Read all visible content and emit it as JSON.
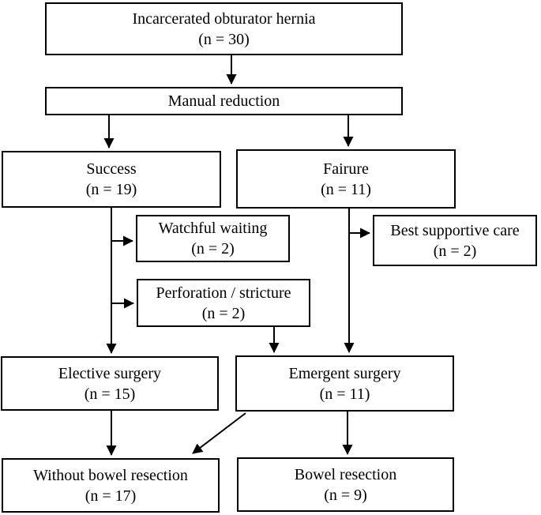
{
  "figure": {
    "type": "flowchart",
    "background_color": "#ffffff",
    "line_color": "#000000",
    "box_fill_color": "#ffffff"
  },
  "nodes": [
    {
      "id": "incarcerated-obturator-hernia",
      "line1": "Incarcerated obturator hernia",
      "line2": "(n = 30)"
    },
    {
      "id": "manual-reduction",
      "line1": "Manual reduction",
      "line2": ""
    },
    {
      "id": "success",
      "line1": "Success",
      "line2": "(n = 19)"
    },
    {
      "id": "fairure",
      "line1": "Fairure",
      "line2": "(n = 11)"
    },
    {
      "id": "watchful-waiting",
      "line1": "Watchful waiting",
      "line2": "(n = 2)"
    },
    {
      "id": "best-supportive-care",
      "line1": "Best supportive care",
      "line2": "(n = 2)"
    },
    {
      "id": "perforation-stricture",
      "line1": "Perforation / stricture",
      "line2": "(n = 2)"
    },
    {
      "id": "elective-surgery",
      "line1": "Elective surgery",
      "line2": "(n = 15)"
    },
    {
      "id": "emergent-surgery",
      "line1": "Emergent surgery",
      "line2": "(n = 11)"
    },
    {
      "id": "without-bowel-resection",
      "line1": "Without bowel resection",
      "line2": "(n = 17)"
    },
    {
      "id": "bowel-resection",
      "line1": "Bowel resection",
      "line2": "(n = 9)"
    }
  ],
  "edges": [
    {
      "from": "incarcerated-obturator-hernia",
      "to": "manual-reduction"
    },
    {
      "from": "manual-reduction",
      "to": "success"
    },
    {
      "from": "manual-reduction",
      "to": "fairure"
    },
    {
      "from": "success",
      "to": "watchful-waiting"
    },
    {
      "from": "success",
      "to": "perforation-stricture"
    },
    {
      "from": "success",
      "to": "elective-surgery"
    },
    {
      "from": "fairure",
      "to": "best-supportive-care"
    },
    {
      "from": "fairure",
      "to": "emergent-surgery"
    },
    {
      "from": "perforation-stricture",
      "to": "emergent-surgery"
    },
    {
      "from": "elective-surgery",
      "to": "without-bowel-resection"
    },
    {
      "from": "emergent-surgery",
      "to": "without-bowel-resection"
    },
    {
      "from": "emergent-surgery",
      "to": "bowel-resection"
    }
  ]
}
